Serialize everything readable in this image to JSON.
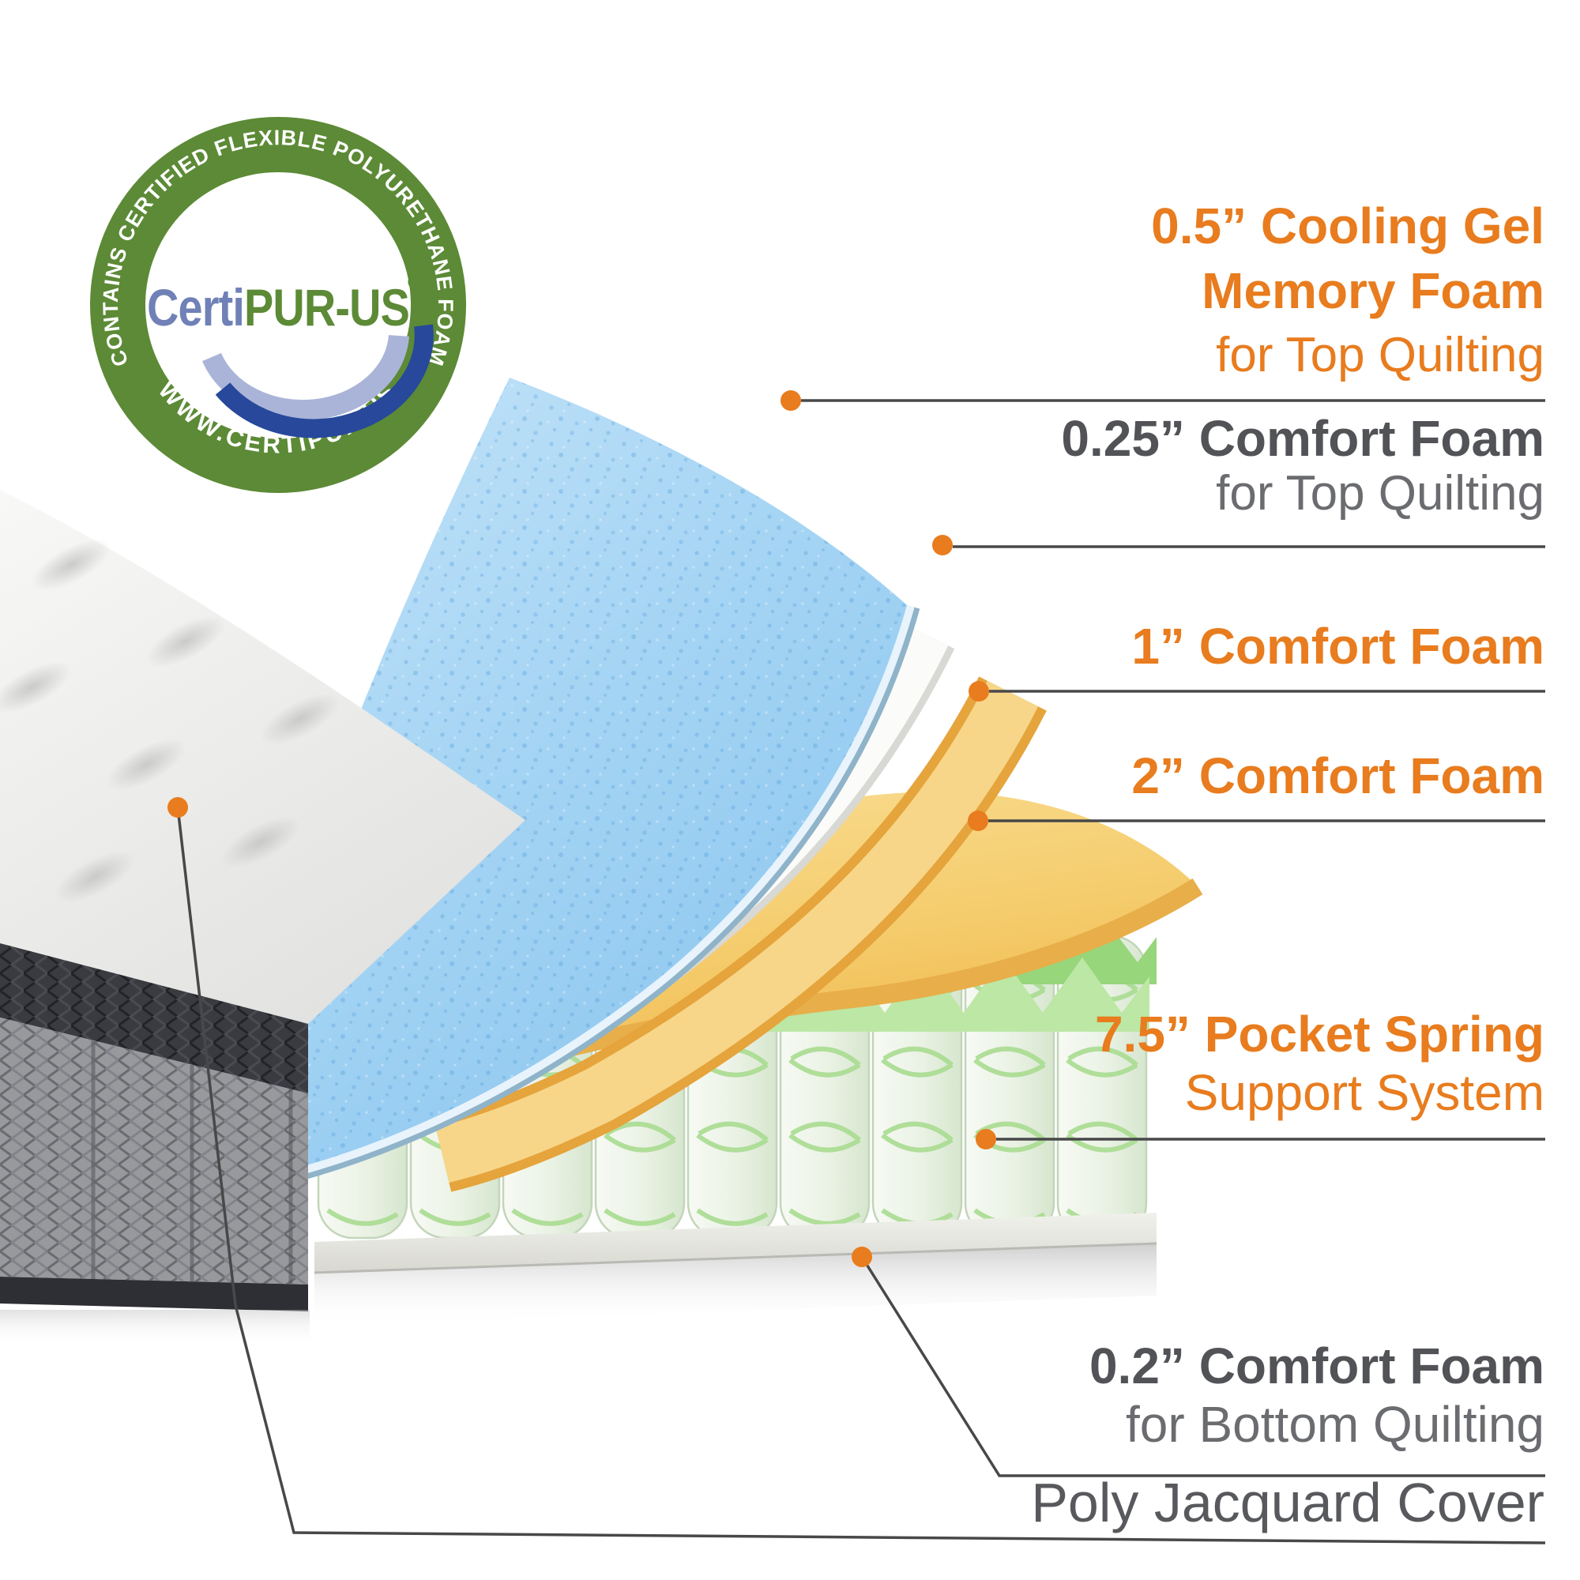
{
  "badge": {
    "arc_top": "CONTAINS CERTIFIED FLEXIBLE POLYURETHANE FOAM",
    "arc_bottom": "WWW.CERTIPUR.US",
    "name_part1": "Certi",
    "name_part2": "PUR-US",
    "registered_mark": "®",
    "colors": {
      "ring_green": "#5C8A36",
      "name_blue": "#6F81B6",
      "swoosh_navy": "#27489B",
      "swoosh_light": "#AAB4D8"
    }
  },
  "callouts": {
    "c1": {
      "line1": "0.5” Cooling Gel",
      "line2": "Memory Foam",
      "line3": "for Top Quilting"
    },
    "c2": {
      "line1": "0.25” Comfort Foam",
      "line2": "for Top Quilting"
    },
    "c3": {
      "line1": "1” Comfort Foam"
    },
    "c4": {
      "line1": "2” Comfort Foam"
    },
    "c5": {
      "line1": "7.5” Pocket Spring",
      "line2": "Support System"
    },
    "c6": {
      "line1": "0.2” Comfort Foam",
      "line2": "for Bottom Quilting"
    },
    "c7": {
      "line1": "Poly Jacquard Cover"
    }
  },
  "colors": {
    "accent_orange": "#E87C1E",
    "label_dark_gray": "#525357",
    "label_gray": "#6B6C70",
    "leader_line": "#48484A",
    "gel_foam_blue": "#A6D5F4",
    "comfort_foam_yellow": "#F6D27B",
    "spring_green": "#A9DC90",
    "cover_gray": "#98999C"
  }
}
